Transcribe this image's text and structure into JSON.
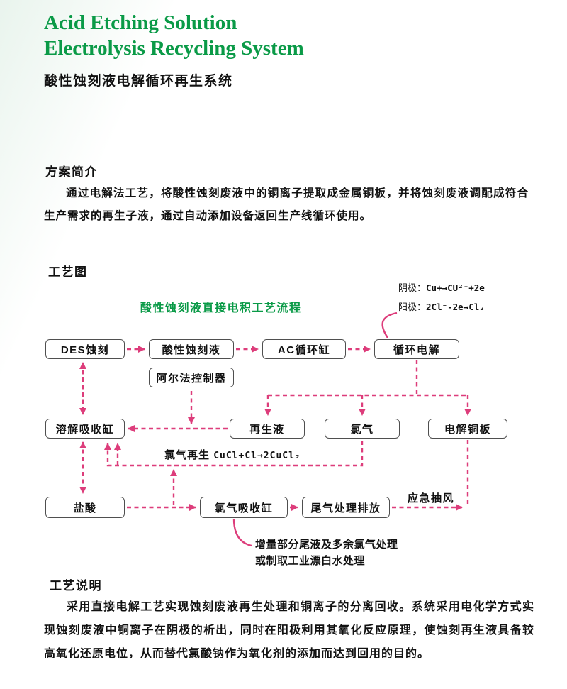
{
  "header": {
    "title_en_line1": "Acid Etching Solution",
    "title_en_line2": "Electrolysis Recycling System",
    "title_zh": "酸性蚀刻液电解循环再生系统"
  },
  "intro": {
    "heading": "方案简介",
    "body": "通过电解法工艺，将酸性蚀刻废液中的铜离子提取成金属铜板，并将蚀刻废液调配成符合生产需求的再生子液，通过自动添加设备返回生产线循环使用。"
  },
  "diagram": {
    "heading": "工艺图",
    "flow_title": "酸性蚀刻液直接电积工艺流程",
    "cathode_label": "阴极：",
    "cathode_formula": "Cu+→CU²⁺+2e",
    "anode_label": "阳极：",
    "anode_formula": "2Cl⁻-2e→Cl₂",
    "boxes": {
      "des_etch": "DES蚀刻",
      "acid_etchant": "酸性蚀刻液",
      "ac_tank": "AC循环缸",
      "electrolysis": "循环电解",
      "alpha_controller": "阿尔法控制器",
      "dissolve_tank": "溶解吸收缸",
      "regen_liquid": "再生液",
      "chlorine": "氯气",
      "copper_plate": "电解铜板",
      "hcl": "盐酸",
      "chlorine_absorb_tank": "氯气吸收缸",
      "tail_gas": "尾气处理排放"
    },
    "labels": {
      "chlorine_regen": "氯气再生",
      "chlorine_regen_formula": "CuCl+Cl→2CuCl₂",
      "emergency_exhaust": "应急抽风",
      "bottom_note_line1": "增量部分尾液及多余氯气处理",
      "bottom_note_line2": "或制取工业漂白水处理"
    }
  },
  "process": {
    "heading": "工艺说明",
    "body": "采用直接电解工艺实现蚀刻废液再生处理和铜离子的分离回收。系统采用电化学方式实现蚀刻废液中铜离子在阴极的析出，同时在阳极利用其氧化反应原理，使蚀刻再生液具备较高氧化还原电位，从而替代氯酸钠作为氧化剂的添加而达到回用的目的。"
  },
  "colors": {
    "title_green": "#0a9a47",
    "arrow_magenta": "#dd3d7b"
  }
}
